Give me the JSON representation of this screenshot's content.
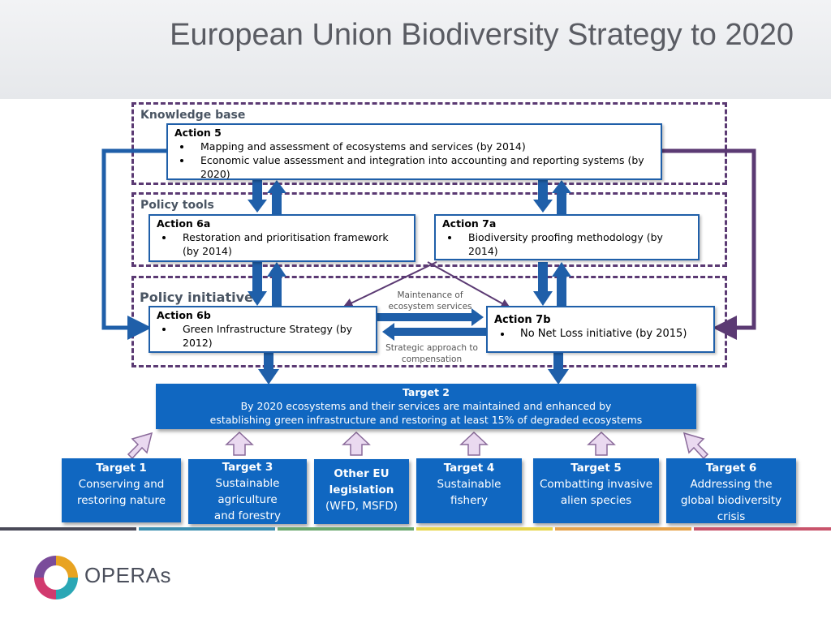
{
  "slide": {
    "title": "European Union Biodiversity Strategy to 2020"
  },
  "sections": {
    "knowledge_base": "Knowledge base",
    "policy_tools": "Policy tools",
    "policy_initiatives": "Policy initiatives"
  },
  "actions": {
    "action5": {
      "heading": "Action 5",
      "items": [
        "Mapping and assessment of ecosystems and services (by 2014)",
        "Economic value assessment and integration into accounting and reporting systems (by 2020)"
      ]
    },
    "action6a": {
      "heading": "Action 6a",
      "items": [
        "Restoration and prioritisation framework (by 2014)"
      ]
    },
    "action7a": {
      "heading": "Action 7a",
      "items": [
        "Biodiversity proofing methodology (by 2014)"
      ]
    },
    "action6b": {
      "heading": "Action 6b",
      "items": [
        "Green Infrastructure Strategy (by 2012)"
      ]
    },
    "action7b": {
      "heading": "Action 7b",
      "items": [
        "No Net Loss initiative (by 2015)"
      ]
    }
  },
  "flows": {
    "maintenance": "Maintenance of ecosystem services",
    "compensation": "Strategic approach to compensation"
  },
  "target2": {
    "heading": "Target 2",
    "line1": "By 2020 ecosystems and their services are maintained and enhanced by",
    "line2": "establishing green infrastructure and restoring at least 15% of degraded ecosystems"
  },
  "targets": [
    {
      "heading": "Target 1",
      "body": "Conserving and restoring nature"
    },
    {
      "heading": "Target 3",
      "body": "Sustainable agriculture and forestry"
    },
    {
      "heading": "Other EU legislation",
      "body": "(WFD, MSFD)"
    },
    {
      "heading": "Target 4",
      "body": "Sustainable fishery"
    },
    {
      "heading": "Target 5",
      "body": "Combatting invasive alien species"
    },
    {
      "heading": "Target 6",
      "body": "Addressing the global biodiversity crisis"
    }
  ],
  "logo": {
    "name": "OPERAs"
  },
  "colors": {
    "primary_blue": "#1067c1",
    "arrow_blue": "#1f5fa9",
    "purple": "#5b3a73",
    "title_gray": "#5a5c63"
  }
}
